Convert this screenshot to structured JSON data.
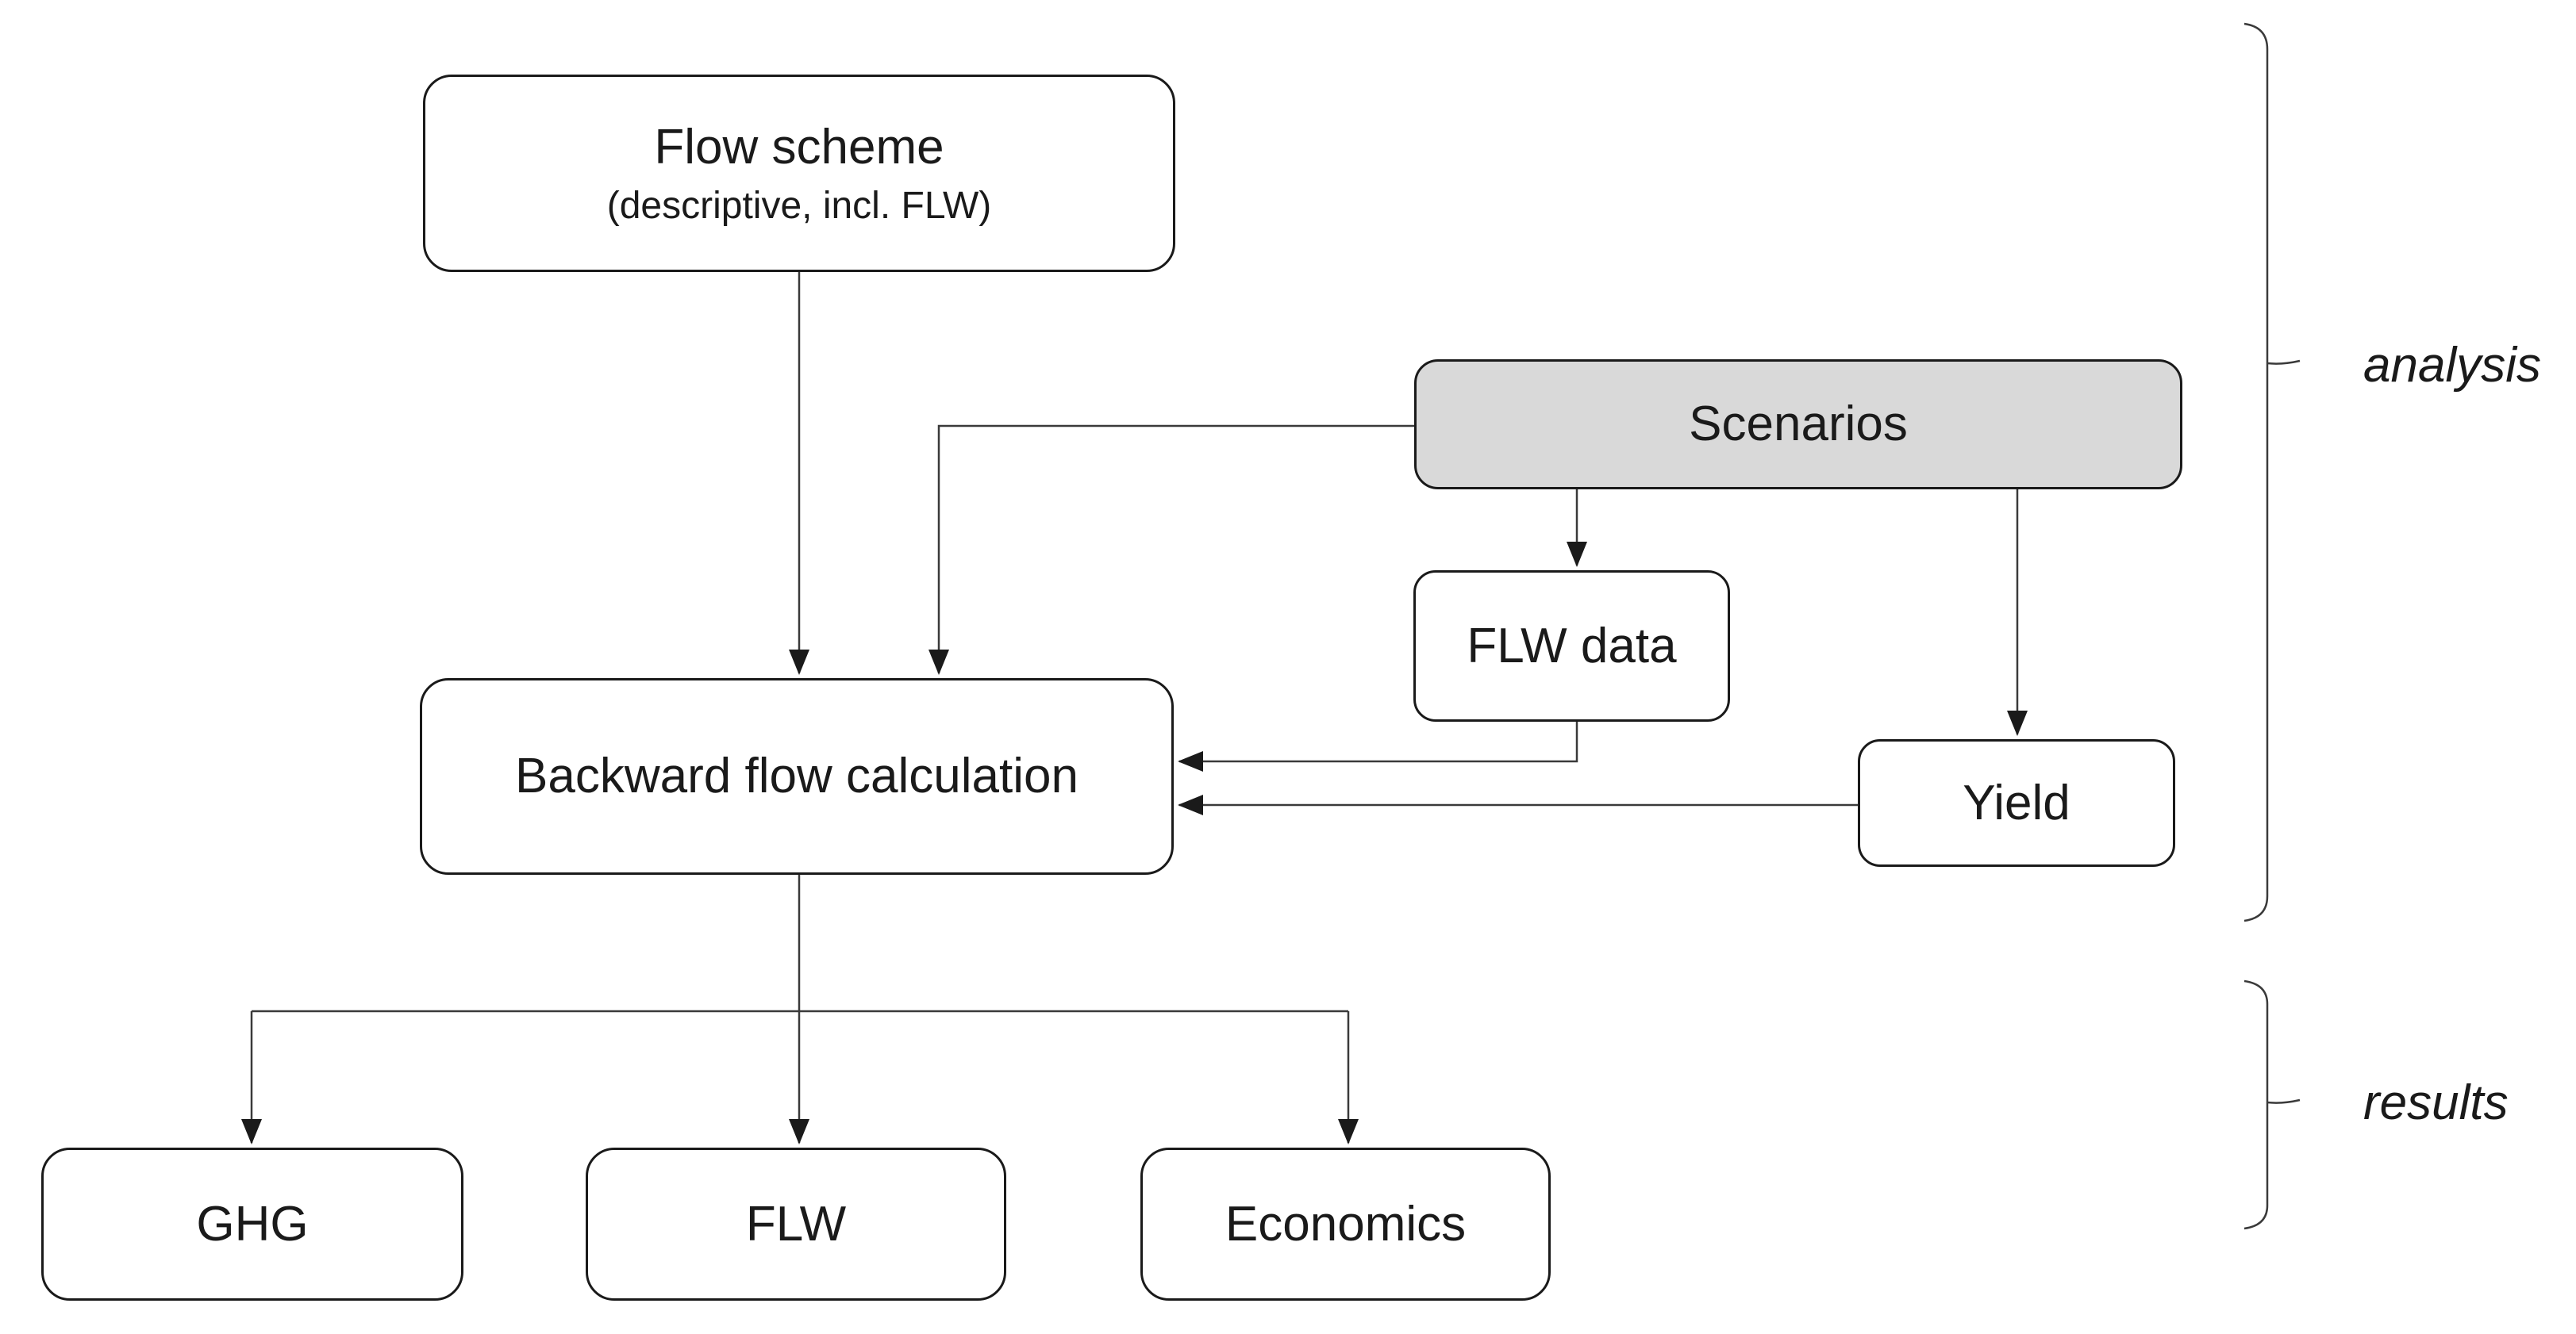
{
  "diagram": {
    "nodes": {
      "flow_scheme": {
        "title": "Flow scheme",
        "subtitle": "(descriptive, incl. FLW)"
      },
      "scenarios": {
        "label": "Scenarios"
      },
      "flw_data": {
        "label": "FLW data"
      },
      "yield": {
        "label": "Yield"
      },
      "backward_flow_calculation": {
        "label": "Backward flow calculation"
      },
      "ghg": {
        "label": "GHG"
      },
      "flw": {
        "label": "FLW"
      },
      "economics": {
        "label": "Economics"
      }
    },
    "brackets": {
      "analysis": {
        "label": "analysis"
      },
      "results": {
        "label": "results"
      }
    },
    "colors": {
      "background": "#ffffff",
      "node_fill": "#ffffff",
      "scenarios_fill": "#d9d9d9",
      "node_border": "#1a1a1a",
      "connector": "#3a3a3a",
      "text": "#1a1a1a"
    }
  }
}
